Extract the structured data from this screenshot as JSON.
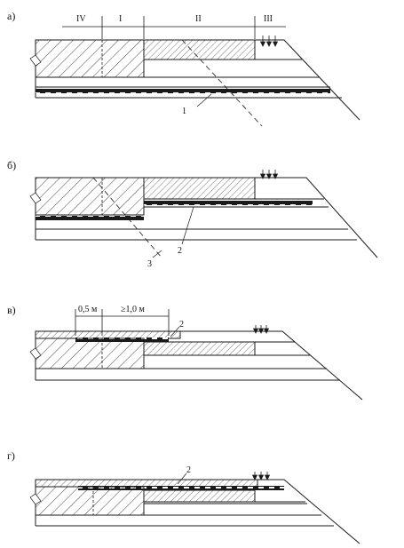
{
  "panels": {
    "a": {
      "label": "а)",
      "zones": [
        "IV",
        "I",
        "II",
        "III"
      ],
      "callout": "1"
    },
    "b": {
      "label": "б)",
      "callouts": [
        "2",
        "3"
      ]
    },
    "v": {
      "label": "в)",
      "dim_left": "0,5 м",
      "dim_right": "≥1,0 м",
      "callout": "2"
    },
    "g": {
      "label": "г)",
      "callout": "2"
    }
  },
  "colors": {
    "ink": "#1a1a1a",
    "paper": "#ffffff"
  },
  "symbols": {
    "arrows": "downward-load-arrows-icon",
    "geomembrane": "dashed-insulation-layer"
  }
}
